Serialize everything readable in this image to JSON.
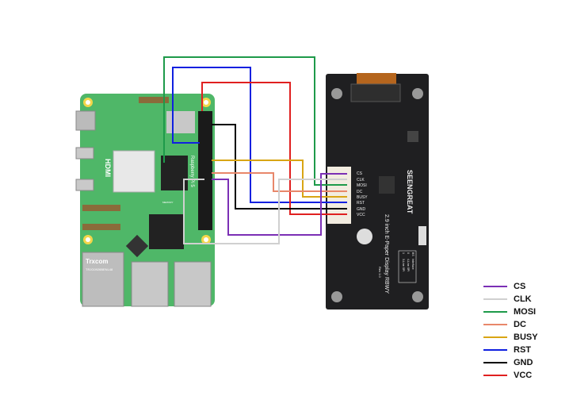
{
  "pi": {
    "hdmi_label": "HDMI",
    "model_label": "Raspberry Pi 5",
    "ethernet_brand": "Trxcom",
    "ethernet_code": "TRJG0926BENL48",
    "memory_label": "MEMORY"
  },
  "display": {
    "brand": "SEENGREAT",
    "product": "2.9 inch E-Paper Display RBWY",
    "revision": "Rev 1.0",
    "pins": [
      "CS",
      "CLK",
      "MOSI",
      "DC",
      "BUSY",
      "RST",
      "GND",
      "VCC"
    ],
    "bs_table": {
      "header": [
        "BS",
        "Interface"
      ],
      "rows": [
        [
          "0",
          "4-Line SPI"
        ],
        [
          "1",
          "3-Line SPI"
        ]
      ]
    }
  },
  "legend": [
    {
      "label": "CS",
      "color": "#7b2fb5"
    },
    {
      "label": "CLK",
      "color": "#d0d0d0"
    },
    {
      "label": "MOSI",
      "color": "#1e9a4a"
    },
    {
      "label": "DC",
      "color": "#e8876a"
    },
    {
      "label": "BUSY",
      "color": "#d9a514"
    },
    {
      "label": "RST",
      "color": "#1020e0"
    },
    {
      "label": "GND",
      "color": "#000000"
    },
    {
      "label": "VCC",
      "color": "#e02020"
    }
  ]
}
